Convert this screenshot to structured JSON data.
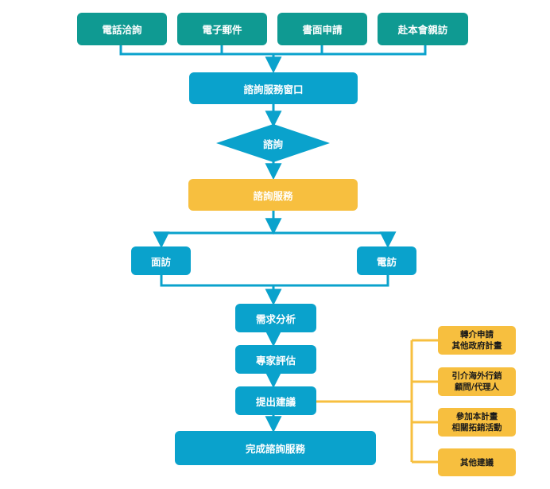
{
  "colors": {
    "teal": "#0f9a92",
    "blue": "#0aa2cc",
    "yellow": "#f7bf3f",
    "line_blue": "#0aa2cc",
    "line_yellow": "#f7bf3f"
  },
  "channels": [
    "電話洽詢",
    "電子郵件",
    "書面申請",
    "赴本會親訪"
  ],
  "window": "諮詢服務窗口",
  "decision": "諮詢",
  "service": "諮詢服務",
  "branches": {
    "left": "面訪",
    "right": "電訪"
  },
  "steps": [
    "需求分析",
    "專家評估",
    "提出建議"
  ],
  "final": "完成諮詢服務",
  "suggestions": [
    {
      "line1": "轉介申請",
      "line2": "其他政府計畫"
    },
    {
      "line1": "引介海外行銷",
      "line2": "顧問/代理人"
    },
    {
      "line1": "參加本計畫",
      "line2": "相關拓銷活動"
    },
    {
      "line1": "其他建議",
      "line2": ""
    }
  ]
}
